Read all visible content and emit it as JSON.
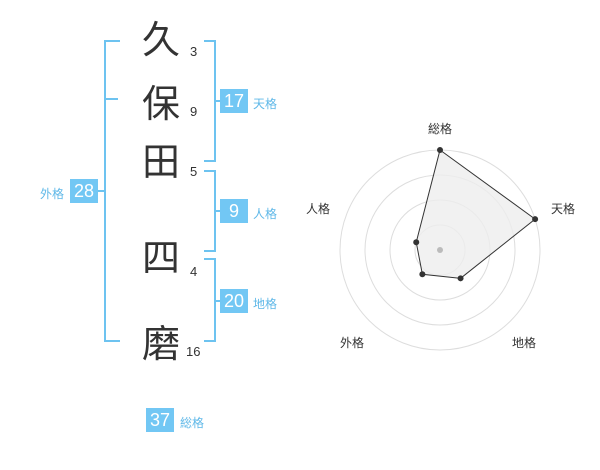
{
  "name": {
    "characters": [
      {
        "char": "久",
        "strokes": "3"
      },
      {
        "char": "保",
        "strokes": "9"
      },
      {
        "char": "田",
        "strokes": "5"
      },
      {
        "char": "四",
        "strokes": "4"
      },
      {
        "char": "磨",
        "strokes": "16"
      }
    ]
  },
  "fortune": {
    "tenkaku": {
      "value": "17",
      "label": "天格"
    },
    "jinkaku": {
      "value": "9",
      "label": "人格"
    },
    "chikaku": {
      "value": "20",
      "label": "地格"
    },
    "gaikaku": {
      "value": "28",
      "label": "外格"
    },
    "soukaku": {
      "value": "37",
      "label": "総格"
    }
  },
  "radar": {
    "axes": [
      "総格",
      "天格",
      "地格",
      "外格",
      "人格"
    ],
    "levels": 4,
    "values": [
      4,
      4,
      1.4,
      1.2,
      1
    ],
    "max": 4,
    "colors": {
      "grid": "#dddddd",
      "fill": "#eeeeee",
      "line": "#333333",
      "point": "#333333",
      "center": "#bbbbbb"
    }
  }
}
